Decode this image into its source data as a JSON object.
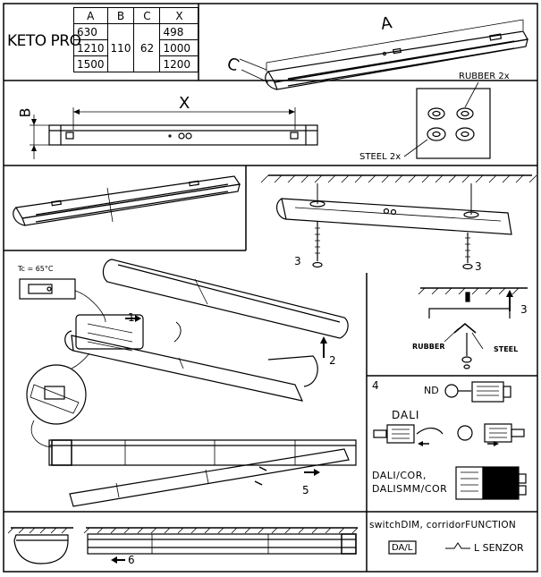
{
  "product": {
    "name": "KETO PRO"
  },
  "dimensions": {
    "headers": [
      "A",
      "B",
      "C",
      "X"
    ],
    "rows": [
      {
        "a": "630",
        "x": "498"
      },
      {
        "a": "1210",
        "x": "1000"
      },
      {
        "a": "1500",
        "x": "1200"
      }
    ],
    "b_value": "110",
    "c_value": "62"
  },
  "dimension_labels": {
    "a": "A",
    "b": "B",
    "c": "C",
    "x": "X"
  },
  "parts": {
    "rubber": "RUBBER 2x",
    "steel": "STEEL 2x"
  },
  "temperature": "Tc = 65°C",
  "mount": {
    "rubber": "RUBBER",
    "steel": "STEEL"
  },
  "steps": {
    "s1": "1",
    "s2": "2",
    "s3a": "3",
    "s3b": "3",
    "s3c": "3",
    "s4": "4",
    "s5": "5",
    "s6": "6"
  },
  "wiring": {
    "nd": "ND",
    "dali": "DALI",
    "dali_cor_line1": "DALI/COR,",
    "dali_cor_line2": "DALISMM/COR"
  },
  "functions": {
    "title": "switchDIM, corridorFUNCTION",
    "dal_label": "DA/L",
    "sensor": "L SENZOR"
  }
}
